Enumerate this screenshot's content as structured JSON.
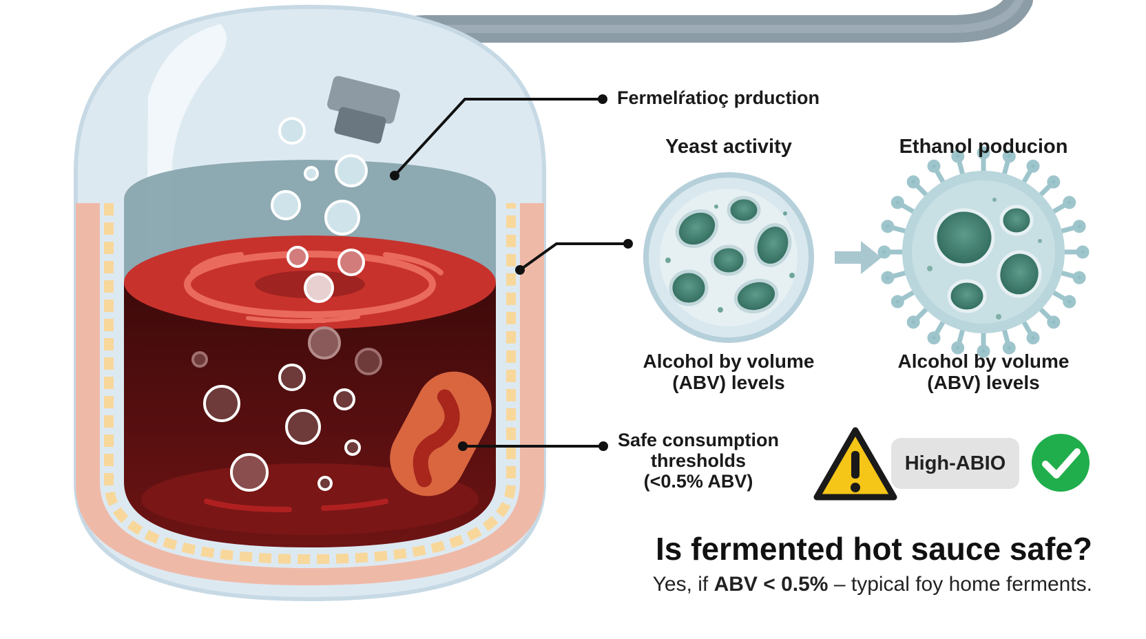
{
  "labels": {
    "fermentation_production": "Fermelŕatioç prduction",
    "yeast_activity": "Yeast activity",
    "ethanol_production": "Ethanol poducion",
    "abv_levels_left_1": "Alcohol by volume",
    "abv_levels_left_2": "(ABV) levels",
    "abv_levels_right_1": "Alcohol by volume",
    "abv_levels_right_2": "(ABV) levels",
    "safe_1": "Safe consumption",
    "safe_2": "thresholds",
    "safe_3": "(<0.5% ABV)"
  },
  "badge": {
    "text": "High-ABIO"
  },
  "icons": [
    "warning-icon",
    "checkmark-icon",
    "arrow-right-icon"
  ],
  "question": "Is fermented hot sauce safe?",
  "answer": {
    "prefix": "Yes, if ",
    "bold": "ABV < 0.5%",
    "suffix": " – typical foy home ferments."
  },
  "colors": {
    "sauce": "#7a1616",
    "sauce_top": "#c8322c",
    "jar_glass": "#dbe8f0",
    "insulation": "#f6d9a2",
    "yeast": "#2e6d5e",
    "warning": "#f5c518",
    "check": "#1fae4b"
  }
}
